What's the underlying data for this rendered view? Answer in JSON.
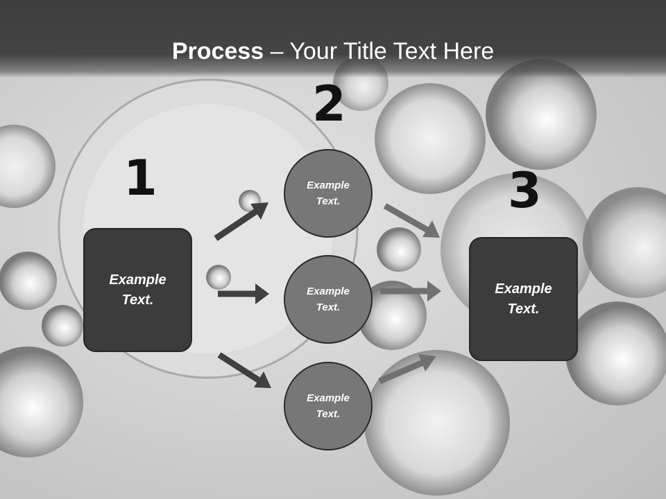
{
  "title": {
    "bold": "Process",
    "rest": " – Your Title Text Here"
  },
  "steps": [
    {
      "number": "1",
      "box_text": "Example Text."
    },
    {
      "number": "2",
      "circles": [
        "Example Text.",
        "Example Text.",
        "Example Text."
      ]
    },
    {
      "number": "3",
      "box_text": "Example Text."
    }
  ],
  "colors": {
    "header": "#444444",
    "box_fill": "#3c3c3c",
    "circle_fill": "#777777",
    "left_arrow": "#404040",
    "right_arrow": "#707070"
  }
}
